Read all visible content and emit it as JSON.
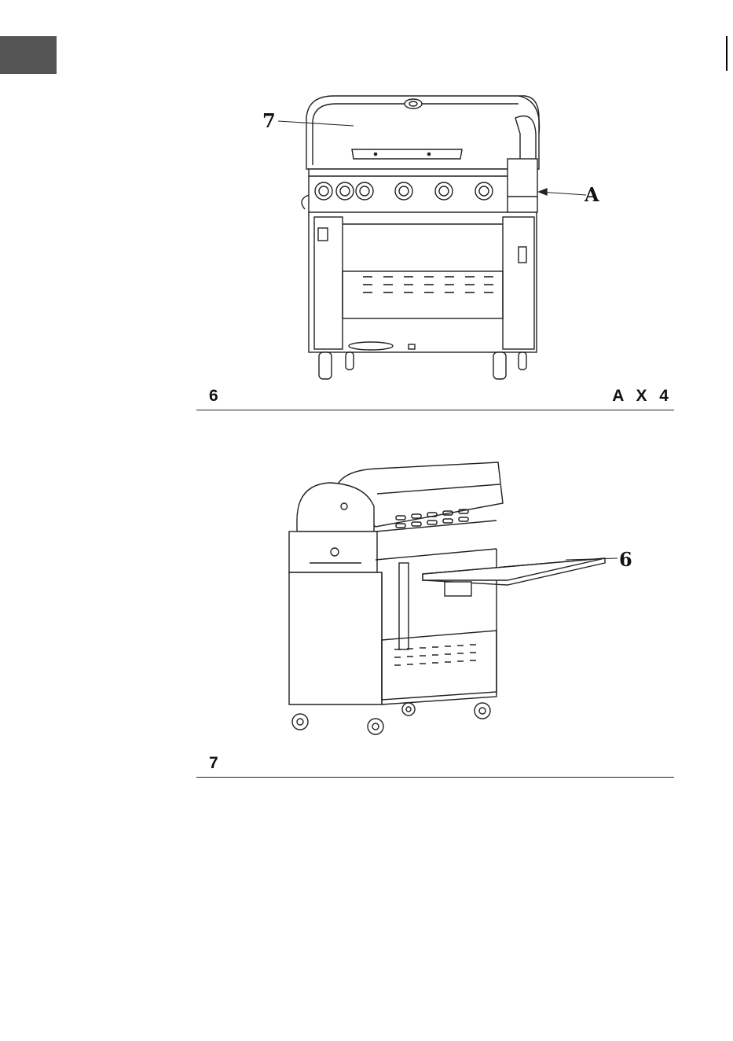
{
  "page": {
    "figures": [
      {
        "step": "6",
        "quantity": "A X 4",
        "callouts": [
          "7",
          "A"
        ]
      },
      {
        "step": "7",
        "quantity": "",
        "callouts": [
          "6"
        ]
      }
    ]
  }
}
